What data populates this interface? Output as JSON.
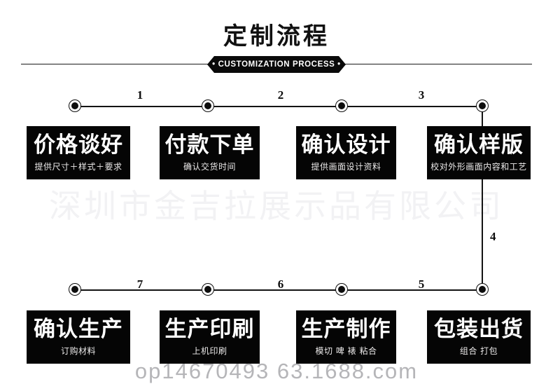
{
  "header": {
    "title": "定制流程",
    "banner_label": "• CUSTOMIZATION PROCESS •"
  },
  "watermarks": {
    "main": "深圳市金吉拉展示品有限公司",
    "bottom": "op14670493        63.1688.com"
  },
  "timeline": {
    "top_segment_numbers": [
      "1",
      "2",
      "3"
    ],
    "vertical_segment_number": "4",
    "bottom_segment_numbers": [
      "5",
      "6",
      "7"
    ],
    "node_count_top": 4,
    "node_count_bottom": 4
  },
  "steps_top": [
    {
      "index": "1",
      "title": "价格谈好",
      "subtitle": "提供尺寸＋样式＋要求"
    },
    {
      "index": "2",
      "title": "付款下单",
      "subtitle": "确认交货时间"
    },
    {
      "index": "3",
      "title": "确认设计",
      "subtitle": "提供画面设计资料"
    },
    {
      "index": "4",
      "title": "确认样版",
      "subtitle": "校对外形画面内容和工艺"
    }
  ],
  "steps_bottom": [
    {
      "index": "7",
      "title": "确认生产",
      "subtitle": "订购材料"
    },
    {
      "index": "6",
      "title": "生产印刷",
      "subtitle": "上机印刷"
    },
    {
      "index": "5",
      "title": "生产制作",
      "subtitle": "模切 啤 裱 粘合"
    },
    {
      "index": "4",
      "title": "包装出货",
      "subtitle": "组合 打包"
    }
  ],
  "colors": {
    "box_background": "#050505",
    "box_text": "#ffffff",
    "line": "#131313",
    "page_background": "#ffffff",
    "watermark": "#f2f2f4"
  }
}
